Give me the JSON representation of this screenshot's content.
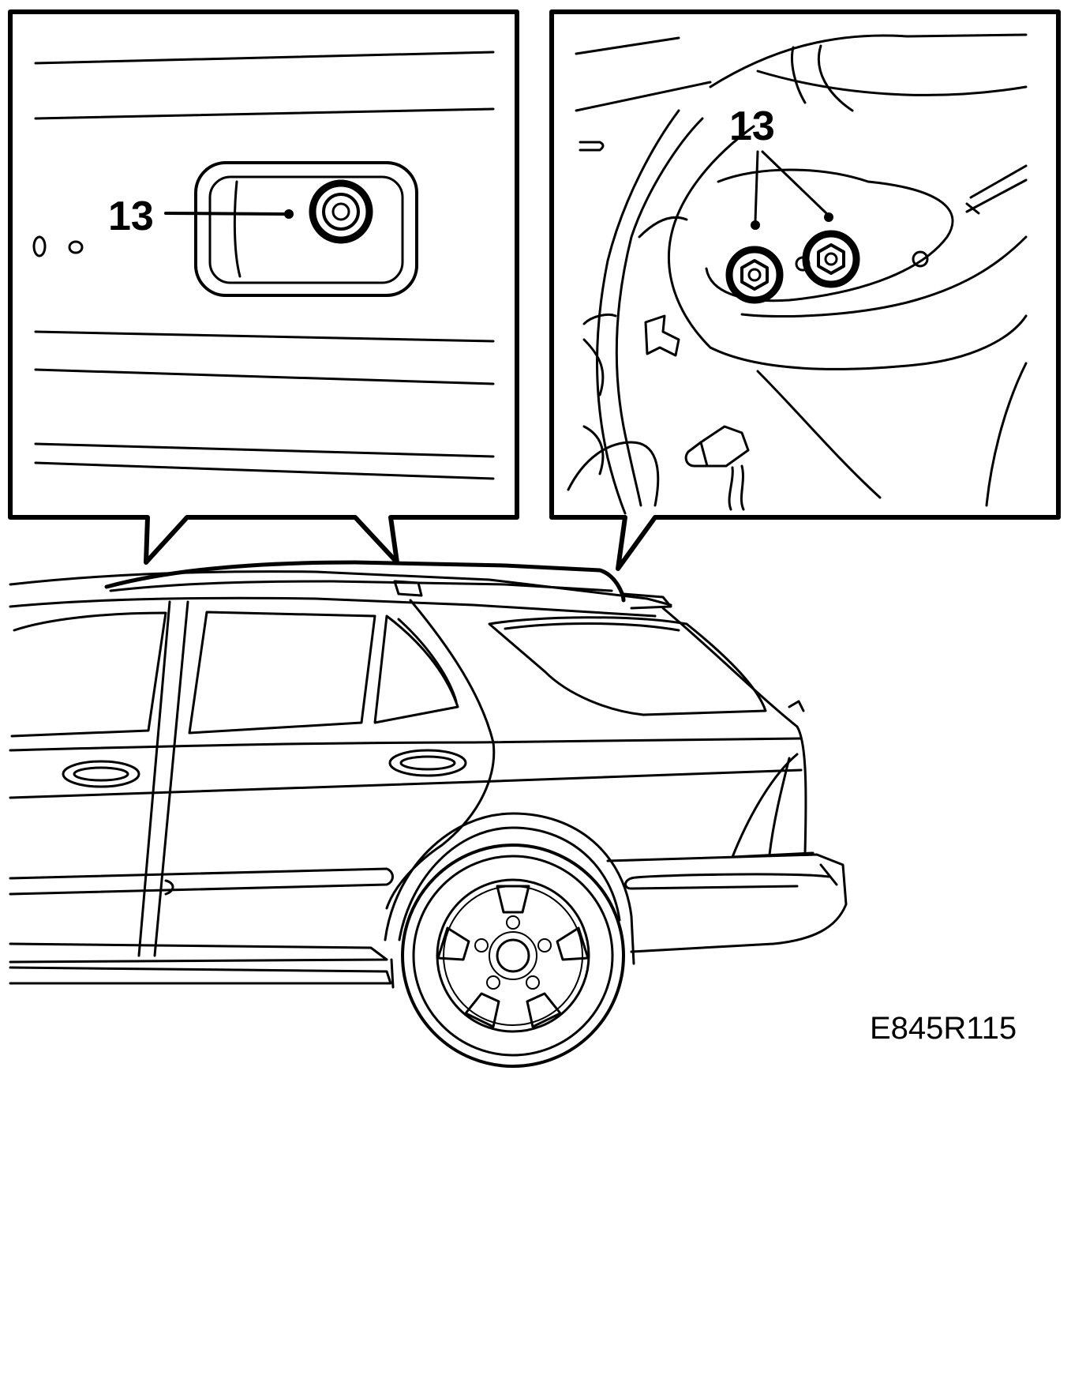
{
  "callouts": {
    "left_panel_label": "13",
    "right_panel_label": "13"
  },
  "figure_code": "E845R115",
  "colors": {
    "ink": "#000000",
    "paper": "#ffffff"
  }
}
